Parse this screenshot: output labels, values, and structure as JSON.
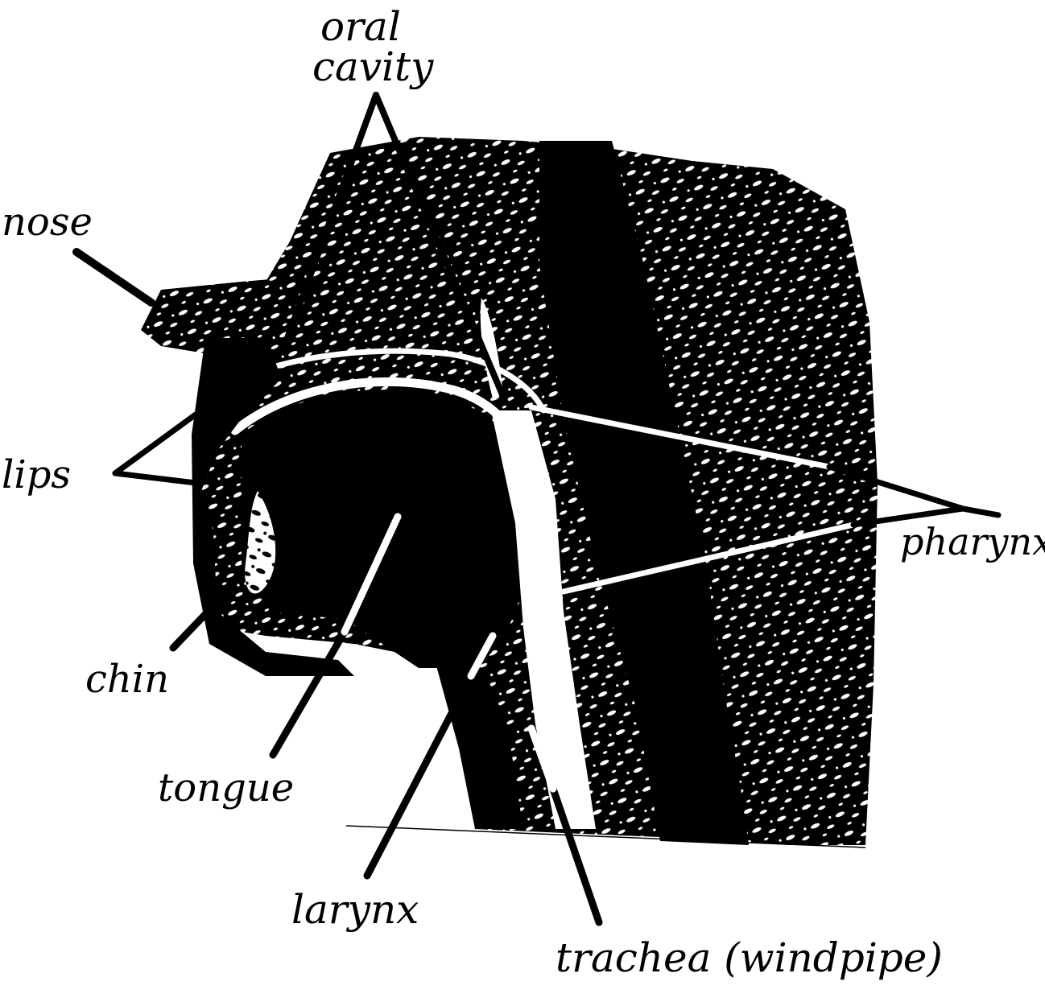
{
  "diagram": {
    "labels": {
      "oral_cavity_line1": "oral",
      "oral_cavity_line2": "cavity",
      "nose": "nose",
      "lips": "lips",
      "chin": "chin",
      "tongue": "tongue",
      "larynx": "larynx",
      "pharynx": "pharynx",
      "trachea": "trachea (windpipe)"
    },
    "colors": {
      "ink": "#000000",
      "background": "#ffffff"
    }
  }
}
